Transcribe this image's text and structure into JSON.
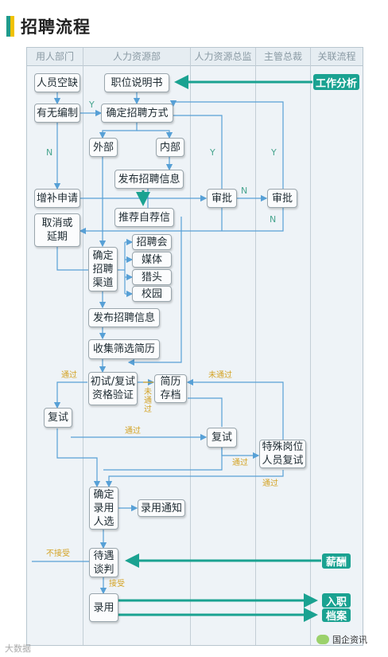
{
  "title": "招聘流程",
  "columns": [
    "用人部门",
    "人力资源部",
    "人力资源总监",
    "主管总裁",
    "关联流程"
  ],
  "nodes": {
    "vacancy": "人员空缺",
    "job_desc": "职位说明书",
    "quota": "有无编制",
    "method": "确定招聘方式",
    "external": "外部",
    "internal": "内部",
    "publish_internal": "发布招聘信息",
    "add_request": "增补申请",
    "approve_director": "审批",
    "approve_president": "审批",
    "cancel_line1": "取消或",
    "cancel_line2": "延期",
    "recommend": "推荐自荐信",
    "channel_line1": "确定",
    "channel_line2": "招聘",
    "channel_line3": "渠道",
    "fair": "招聘会",
    "media": "媒体",
    "headhunter": "猎头",
    "campus": "校园",
    "publish_external": "发布招聘信息",
    "screen": "收集筛选简历",
    "interview_line1": "初试/复试",
    "interview_line2": "资格验证",
    "archive_line1": "简历",
    "archive_line2": "存档",
    "retest_dept": "复试",
    "retest_director": "复试",
    "special_line1": "特殊岗位",
    "special_line2": "人员复试",
    "hire_line1": "确定",
    "hire_line2": "录用",
    "hire_line3": "人选",
    "notice": "录用通知",
    "salary_line1": "待遇",
    "salary_line2": "谈判",
    "employ": "录用"
  },
  "related": {
    "job_analysis": "工作分析",
    "pay": "薪酬",
    "onboard": "入职",
    "file": "档案"
  },
  "labels": {
    "y1": "Y",
    "n1": "N",
    "y2": "Y",
    "y3": "Y",
    "n2": "N",
    "n3": "N",
    "pass1": "通过",
    "fail1": "未通过",
    "fail2_1": "未",
    "fail2_2": "通",
    "fail2_3": "过",
    "pass2": "通过",
    "pass3": "通过",
    "pass4": "通过",
    "reject": "不接受",
    "accept": "接受"
  },
  "footer": {
    "left": "大数据",
    "right": "国企资讯"
  },
  "colors": {
    "teal": "#1aa291",
    "wire": "#57a0d6",
    "label_green": "#48a58f",
    "label_orange": "#d4a325"
  }
}
